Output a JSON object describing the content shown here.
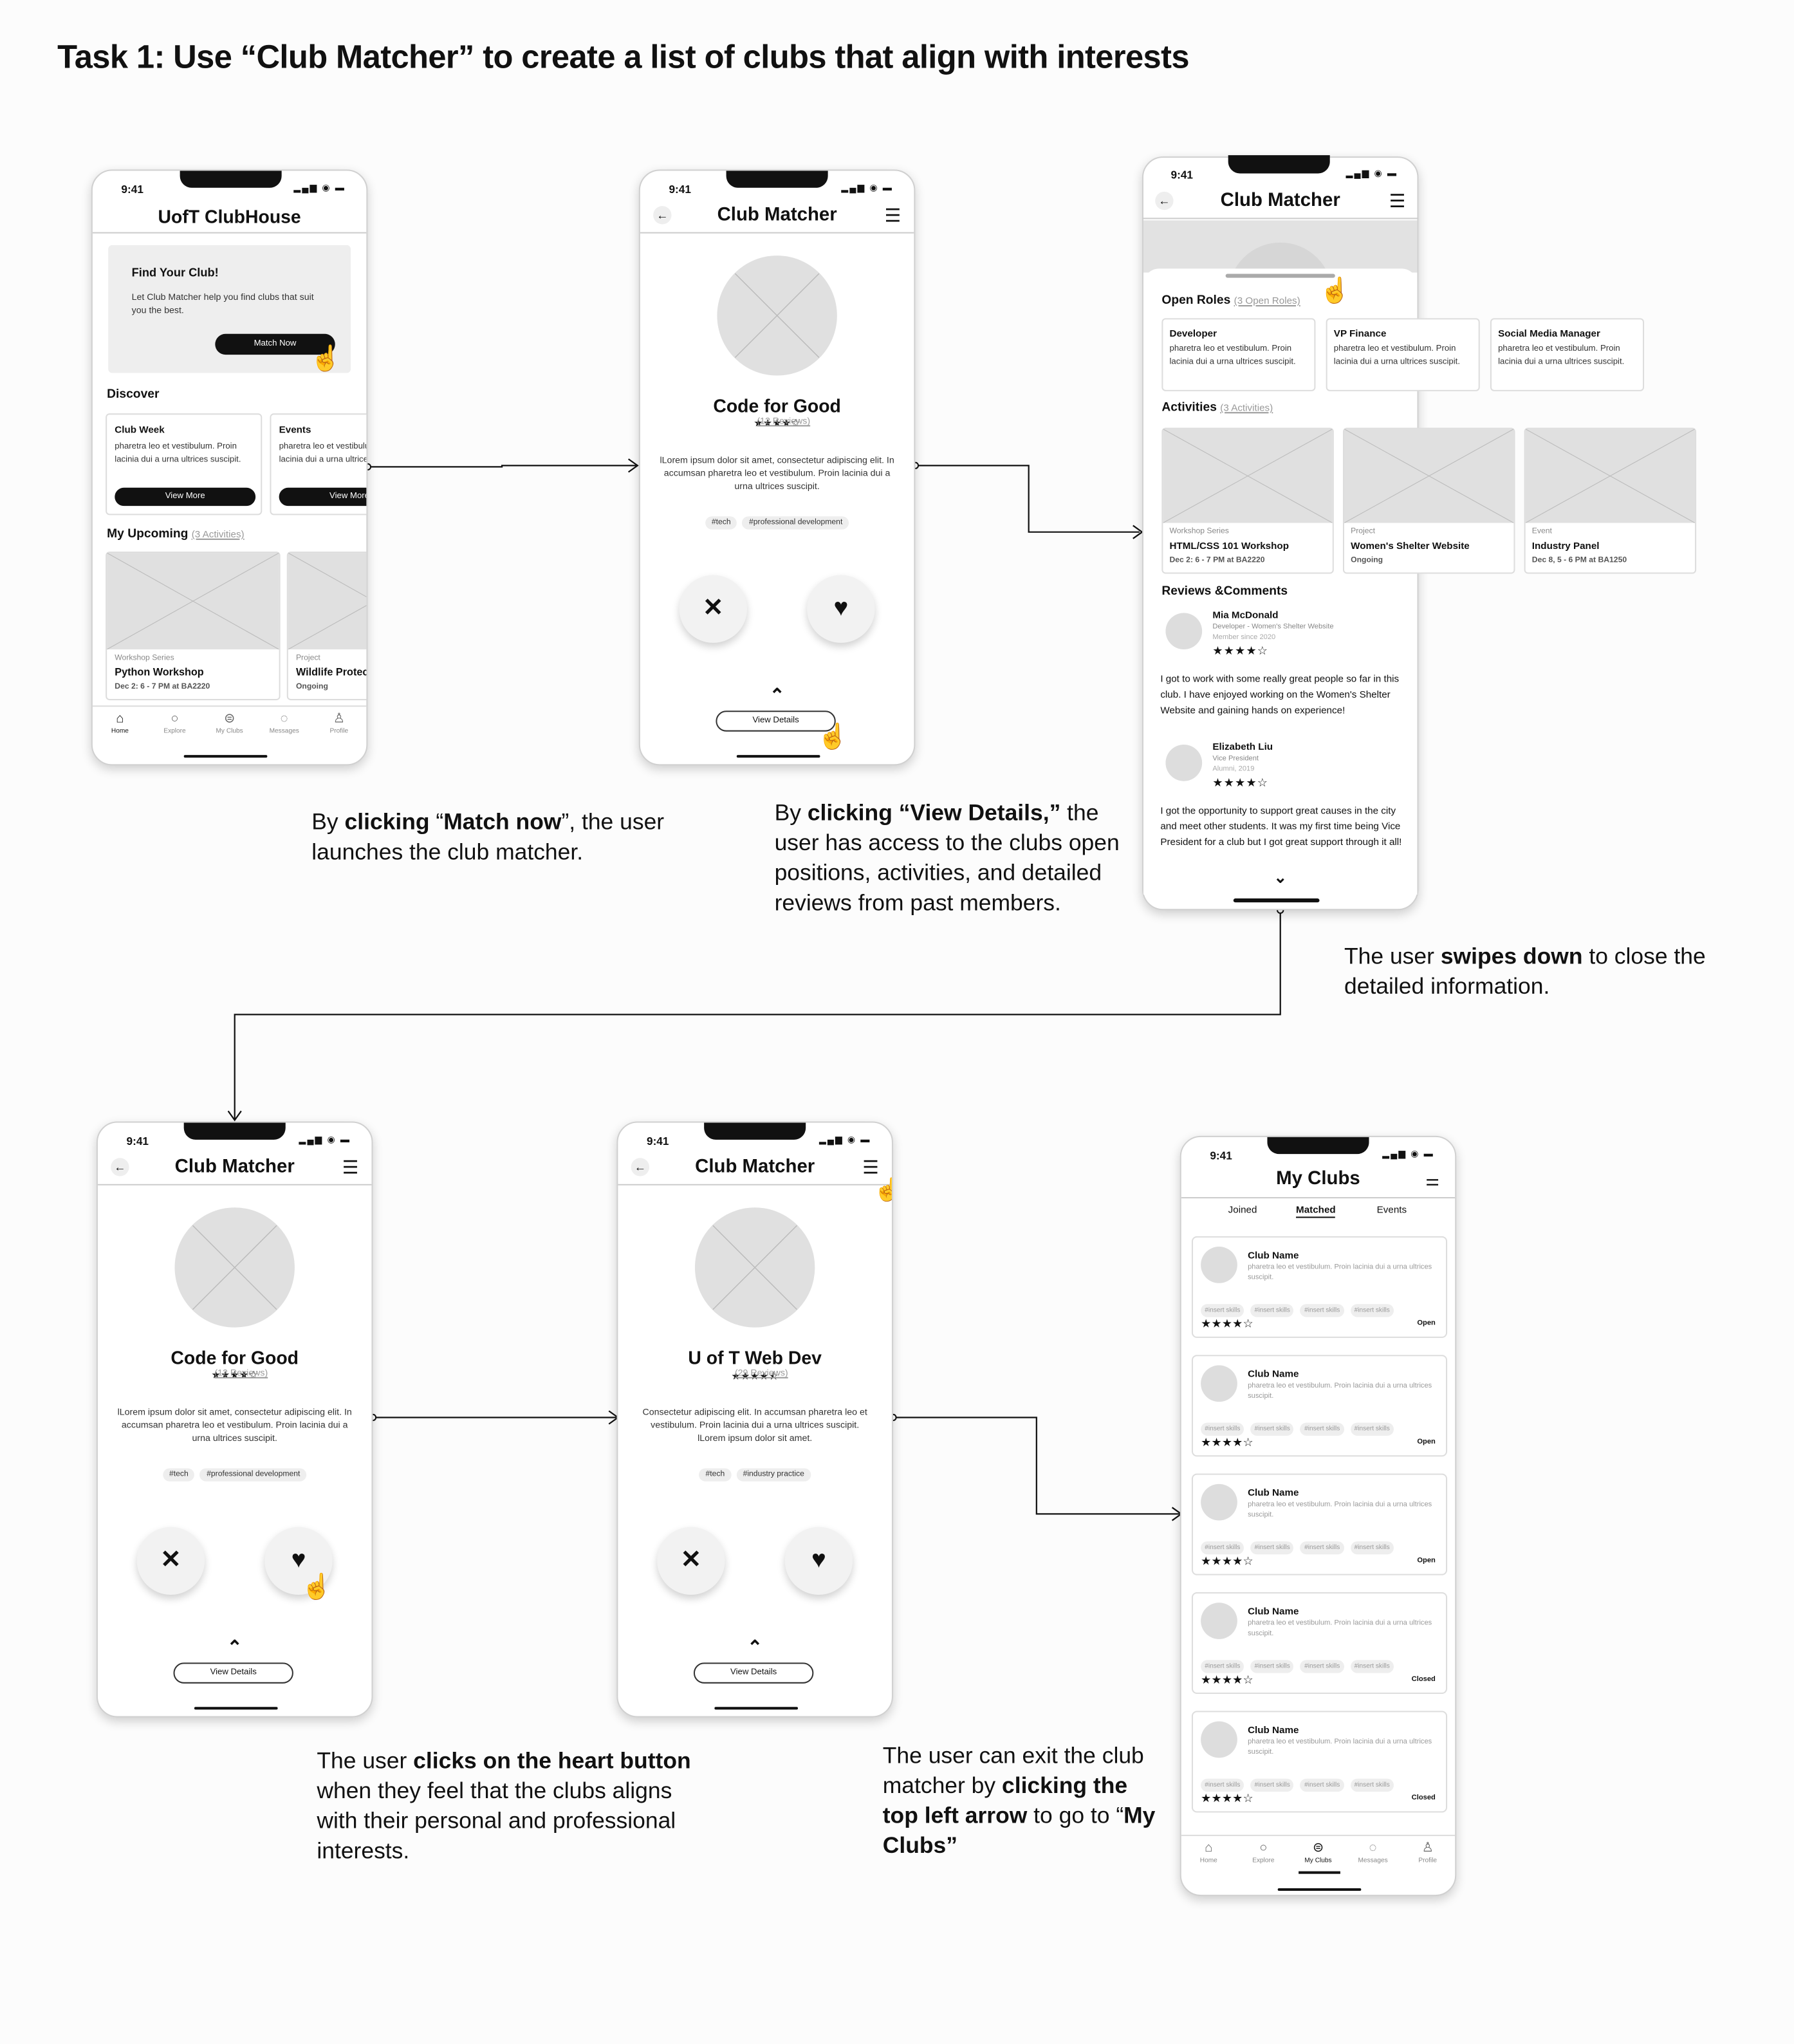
{
  "title": "Task 1: Use “Club Matcher” to create a list of clubs that  align with interests",
  "common": {
    "time": "9:41",
    "signal": "▂▄▆ ◉ ▬",
    "club_matcher": "Club Matcher",
    "view_details": "View Details"
  },
  "screen1": {
    "app_title": "UofT ClubHouse",
    "hero_title": "Find Your Club!",
    "hero_text": "Let Club Matcher help you find clubs that suit you the best.",
    "hero_button": "Match Now",
    "discover": "Discover",
    "card1_title": "Club Week",
    "card1_text": "pharetra leo et vestibulum. Proin lacinia dui a urna ultrices suscipit.",
    "card1_button": "View More",
    "card2_title": "Events",
    "card2_text": "pharetra leo et vestibulum. Proin lacinia dui a urna ultrices suscipit.",
    "card2_button": "View More",
    "upcoming": "My Upcoming",
    "upcoming_count": "(3 Activities)",
    "up1_cat": "Workshop Series",
    "up1_name": "Python Workshop",
    "up1_meta": "Dec 2: 6 - 7 PM at BA2220",
    "up2_cat": "Project",
    "up2_name": "Wildlife Protection",
    "up2_meta": "Ongoing",
    "nav": [
      "Home",
      "Explore",
      "My Clubs",
      "Messages",
      "Profile"
    ]
  },
  "screen2": {
    "club": "Code for Good",
    "stars": "★★★★☆",
    "reviews": "(12 Reviews)",
    "desc": "lLorem ipsum dolor sit amet, consectetur adipiscing elit. In accumsan pharetra leo et vestibulum. Proin lacinia dui a urna ultrices suscipit.",
    "tags": [
      "#tech",
      "#professional development"
    ]
  },
  "screen3": {
    "open_roles": "Open Roles",
    "open_roles_count": "(3 Open Roles)",
    "roles": [
      {
        "title": "Developer",
        "text": "pharetra leo et vestibulum. Proin lacinia dui a urna ultrices suscipit."
      },
      {
        "title": "VP Finance",
        "text": "pharetra leo et vestibulum. Proin lacinia dui a urna ultrices suscipit."
      },
      {
        "title": "Social Media Manager",
        "text": "pharetra leo et vestibulum. Proin lacinia dui a urna ultrices suscipit."
      }
    ],
    "activities": "Activities",
    "activities_count": "(3 Activities)",
    "acts": [
      {
        "cat": "Workshop Series",
        "name": "HTML/CSS 101 Workshop",
        "meta": "Dec 2: 6 - 7 PM at BA2220"
      },
      {
        "cat": "Project",
        "name": "Women's Shelter Website",
        "meta": "Ongoing"
      },
      {
        "cat": "Event",
        "name": "Industry Panel",
        "meta": "Dec 8, 5 - 6 PM at BA1250"
      }
    ],
    "reviews_title": "Reviews &Comments",
    "rev1_name": "Mia McDonald",
    "rev1_role": "Developer - Women's Shelter Website",
    "rev1_since": "Member since 2020",
    "rev1_stars": "★★★★☆",
    "rev1_text": "I got to work with some really great people so far in this club. I have enjoyed working on the Women's Shelter Website and gaining hands on experience!",
    "rev2_name": "Elizabeth Liu",
    "rev2_role": "Vice President",
    "rev2_since": "Alumni, 2019",
    "rev2_stars": "★★★★☆",
    "rev2_text": "I got the opportunity to support great causes in the city and meet other students. It was my first time being Vice President for a club but I got great support through it all!"
  },
  "screen5": {
    "club": "U of T Web Dev",
    "stars": "★★★★⯪",
    "reviews": "(29 Reviews)",
    "desc": "Consectetur adipiscing elit. In accumsan pharetra leo et vestibulum. Proin lacinia dui a urna ultrices suscipit. lLorem ipsum dolor sit amet.",
    "tags": [
      "#tech",
      "#industry practice"
    ]
  },
  "screen6": {
    "title": "My Clubs",
    "tabs": [
      "Joined",
      "Matched",
      "Events"
    ],
    "club_name": "Club Name",
    "club_desc": "pharetra leo et vestibulum. Proin lacinia dui a urna ultrices suscipit.",
    "skill": "#insert skills",
    "stars": "★★★★☆",
    "statuses": [
      "Open",
      "Open",
      "Open",
      "Closed",
      "Closed"
    ]
  },
  "captions": {
    "c1": [
      "By ",
      "clicking",
      " “",
      "Match now",
      "”, the user launches the club matcher."
    ],
    "c2": [
      "By ",
      "clicking “View Details,”",
      " the user has access to the clubs open positions, activities, and detailed reviews from past members."
    ],
    "c3": [
      "The user ",
      "swipes down",
      " to close the detailed information."
    ],
    "c4": [
      "The user ",
      "clicks on the heart button",
      " when they feel that the clubs aligns with their personal and professional interests."
    ],
    "c5": [
      "The user can exit the club matcher by ",
      "clicking the top left arrow",
      " to go to “",
      "My Clubs”"
    ]
  },
  "icons": [
    "back-arrow-icon",
    "menu-icon",
    "close-x-icon",
    "heart-icon",
    "chevron-up-icon",
    "chevron-down-icon",
    "hand-cursor-icon",
    "filter-icon",
    "home-icon",
    "search-icon",
    "clubs-icon",
    "messages-icon",
    "profile-icon"
  ]
}
